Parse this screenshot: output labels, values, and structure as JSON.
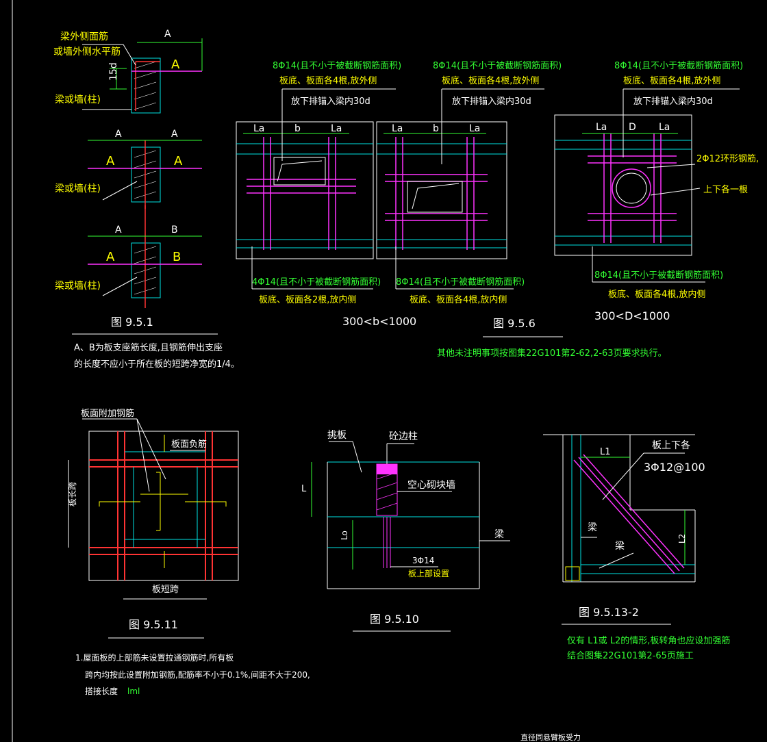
{
  "fig951": {
    "caption": "图 9.5.1",
    "note1": "A、B为板支座筋长度,且钢筋伸出支座",
    "note2": "的长度不应小于所在板的短跨净宽的1/4。",
    "leader_top1": "梁外侧面筋",
    "leader_top2": "或墙外侧水平筋",
    "dim_15d": "15d",
    "wall_label": "梁或墙(柱)",
    "A": "A",
    "B": "B"
  },
  "fig956": {
    "caption": "图 9.5.6",
    "label_top": "8Φ14(且不小于被截断钢筋面积)",
    "top_outer": "板底、板面各4根,放外侧",
    "anchor": "放下排锚入梁内30d",
    "label_bottom_left": "4Φ14(且不小于被截断钢筋面积)",
    "bottom_left_inner": "板底、板面各2根,放内侧",
    "label_bottom": "8Φ14(且不小于被截断钢筋面积)",
    "bottom_inner": "板底、板面各4根,放内侧",
    "ring": "2Φ12环形钢筋,",
    "ring2": "上下各一根",
    "La": "La",
    "b": "b",
    "D": "D",
    "range_b": "300<b<1000",
    "range_D": "300<D<1000",
    "other_note": "其他未注明事项按图集22G101第2-62,2-63页要求执行。"
  },
  "fig9511": {
    "caption": "图 9.5.11",
    "extra_bar": "板面附加钢筋",
    "neg_bar": "板面负筋",
    "long_span": "板长跨",
    "short_span": "板短跨",
    "note1": "1.屋面板的上部筋未设置拉通钢筋时,所有板",
    "note2": "跨内均按此设置附加钢筋,配筋率不小于0.1%,间距不大于200,",
    "note3": "搭接长度",
    "lap": "lml"
  },
  "fig9510": {
    "caption": "图 9.5.10",
    "slab": "挑板",
    "column": "砼边柱",
    "wall": "空心砌块墙",
    "beam": "梁",
    "L": "L",
    "Lo": "Lo",
    "bar": "3Φ14",
    "bar_note": "板上部设置"
  },
  "fig95132": {
    "caption": "图 9.5.13-2",
    "each": "板上下各",
    "bar": "3Φ12@100",
    "L1": "L1",
    "L2": "L2",
    "beam": "梁",
    "note1": "仅有 L1或 L2的情形,板转角也应设加强筋",
    "note2": "结合图集22G101第2-65页施工"
  },
  "footer": "直径同悬臂板受力"
}
